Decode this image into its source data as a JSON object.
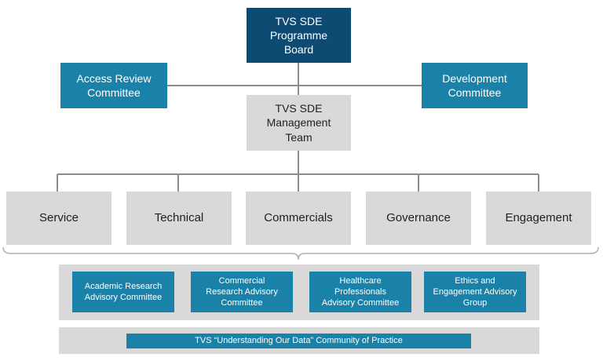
{
  "board": {
    "label": "TVS SDE Programme Board",
    "lines": [
      "TVS SDE",
      "Programme",
      "Board"
    ]
  },
  "access_review": {
    "lines": [
      "Access Review",
      "Committee"
    ]
  },
  "development": {
    "lines": [
      "Development",
      "Committee"
    ]
  },
  "management": {
    "lines": [
      "TVS SDE",
      "Management",
      "Team"
    ]
  },
  "workstreams": [
    "Service",
    "Technical",
    "Commercials",
    "Governance",
    "Engagement"
  ],
  "advisory": [
    {
      "lines": [
        "Academic Research",
        "Advisory Committee"
      ]
    },
    {
      "lines": [
        "Commercial",
        "Research Advisory",
        "Committee"
      ]
    },
    {
      "lines": [
        "Healthcare",
        "Professionals",
        "Advisory Committee"
      ]
    },
    {
      "lines": [
        "Ethics and",
        "Engagement Advisory",
        "Group"
      ]
    }
  ],
  "community": {
    "label": "TVS “Understanding Our Data” Community of Practice"
  },
  "colors": {
    "dark_blue": "#0f4a73",
    "teal": "#1a82a8",
    "grey_box": "#d9d9d9",
    "connector": "#8c8c8c"
  }
}
